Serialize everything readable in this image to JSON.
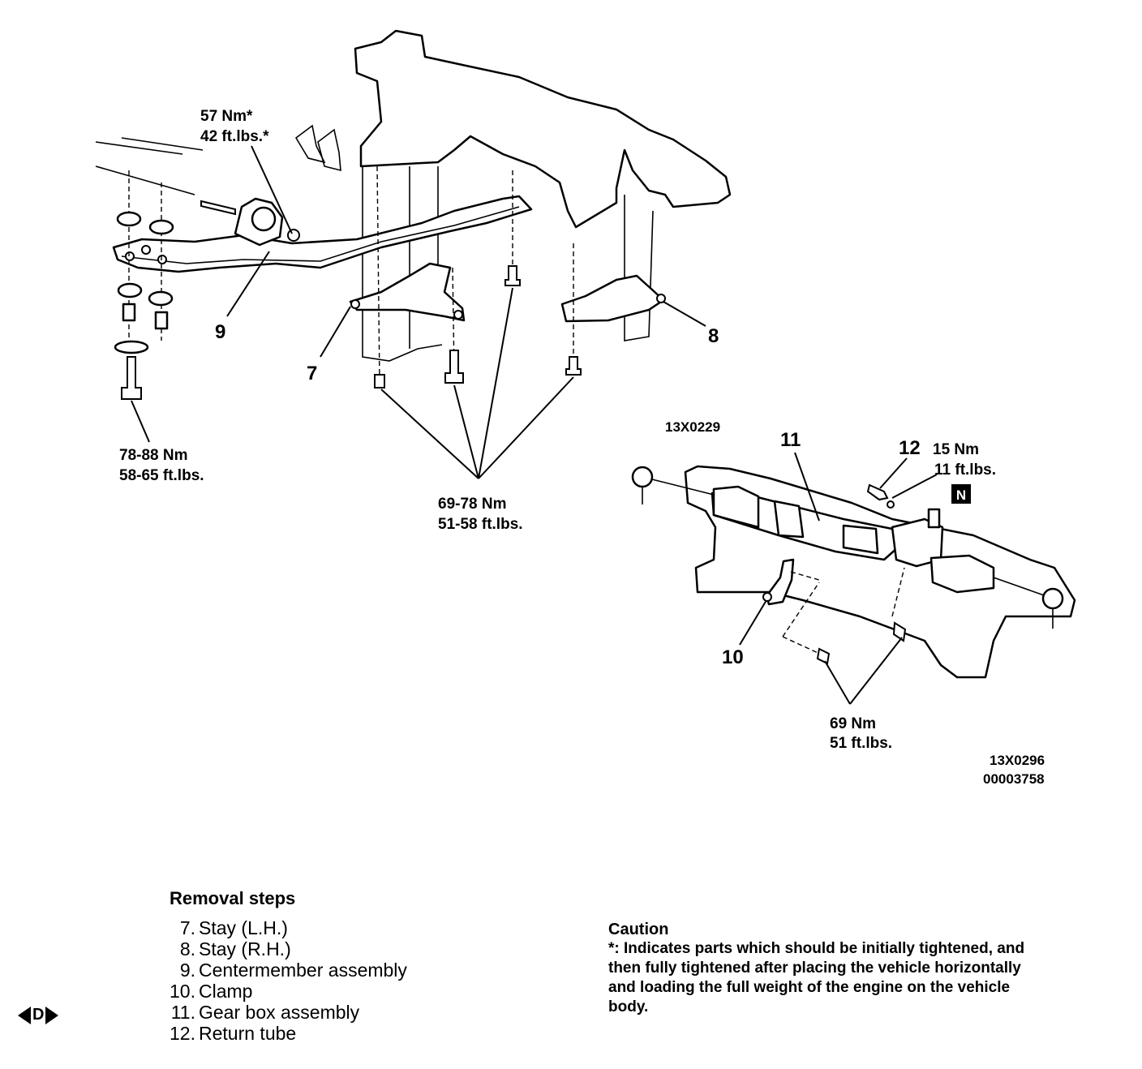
{
  "diagram": {
    "torque_centermember_bushing": {
      "nm": "57 Nm*",
      "ft": "42 ft.lbs.*"
    },
    "torque_front_bolt": {
      "nm": "78-88 Nm",
      "ft": "58-65 ft.lbs."
    },
    "torque_stay_bolts": {
      "nm": "69-78 Nm",
      "ft": "51-58 ft.lbs."
    },
    "torque_return_tube": {
      "nm": "15 Nm",
      "ft": "11 ft.lbs."
    },
    "torque_clamp_bolts": {
      "nm": "69 Nm",
      "ft": "51 ft.lbs."
    },
    "callouts": {
      "c7": "7",
      "c8": "8",
      "c9": "9",
      "c10": "10",
      "c11": "11",
      "c12": "12"
    },
    "new_part_badge": "N",
    "figure_code_main": "13X0229",
    "figure_code_sub": "13X0296",
    "figure_id": "00003758"
  },
  "removal_steps": {
    "title": "Removal steps",
    "items": [
      {
        "num": "7.",
        "label": "Stay (L.H.)"
      },
      {
        "num": "8.",
        "label": "Stay (R.H.)"
      },
      {
        "num": "9.",
        "label": "Centermember assembly"
      },
      {
        "num": "10.",
        "label": "Clamp"
      },
      {
        "num": "11.",
        "label": "Gear box assembly"
      },
      {
        "num": "12.",
        "label": "Return tube"
      }
    ]
  },
  "caution": {
    "title": "Caution",
    "lines": [
      "*: Indicates parts which should be initially tightened, and",
      "then fully tightened after placing the vehicle horizontally",
      "and loading the full weight of the engine on the vehicle",
      "body."
    ]
  },
  "nav": {
    "letter": "D"
  }
}
